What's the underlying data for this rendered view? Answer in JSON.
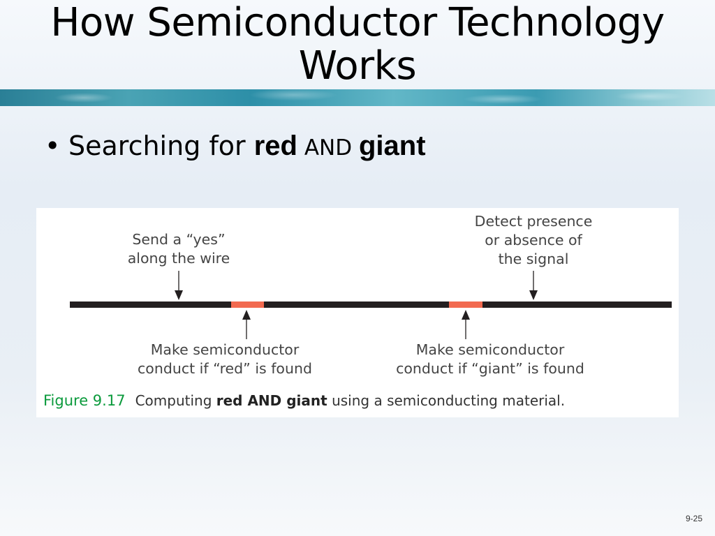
{
  "slide": {
    "title_line1": "How Semiconductor Technology",
    "title_line2": "Works",
    "bullet": {
      "marker": "•",
      "prefix": "Searching for ",
      "term1": "red",
      "operator": " AND ",
      "term2": "giant"
    },
    "page_number": "9-25"
  },
  "figure": {
    "label_send_line1": "Send a “yes”",
    "label_send_line2": "along the wire",
    "label_detect_line1": "Detect presence",
    "label_detect_line2": "or absence of",
    "label_detect_line3": "the signal",
    "label_red_line1": "Make semiconductor",
    "label_red_line2": "conduct if “red” is found",
    "label_giant_line1": "Make semiconductor",
    "label_giant_line2": "conduct if “giant” is found",
    "caption_number": "Figure 9.17",
    "caption_prefix": "Computing ",
    "caption_bold": "red AND giant",
    "caption_suffix": " using a semiconducting material.",
    "colors": {
      "wire": "#231f20",
      "semiconductor": "#f26a50",
      "caption_number": "#0b9a3c"
    }
  }
}
